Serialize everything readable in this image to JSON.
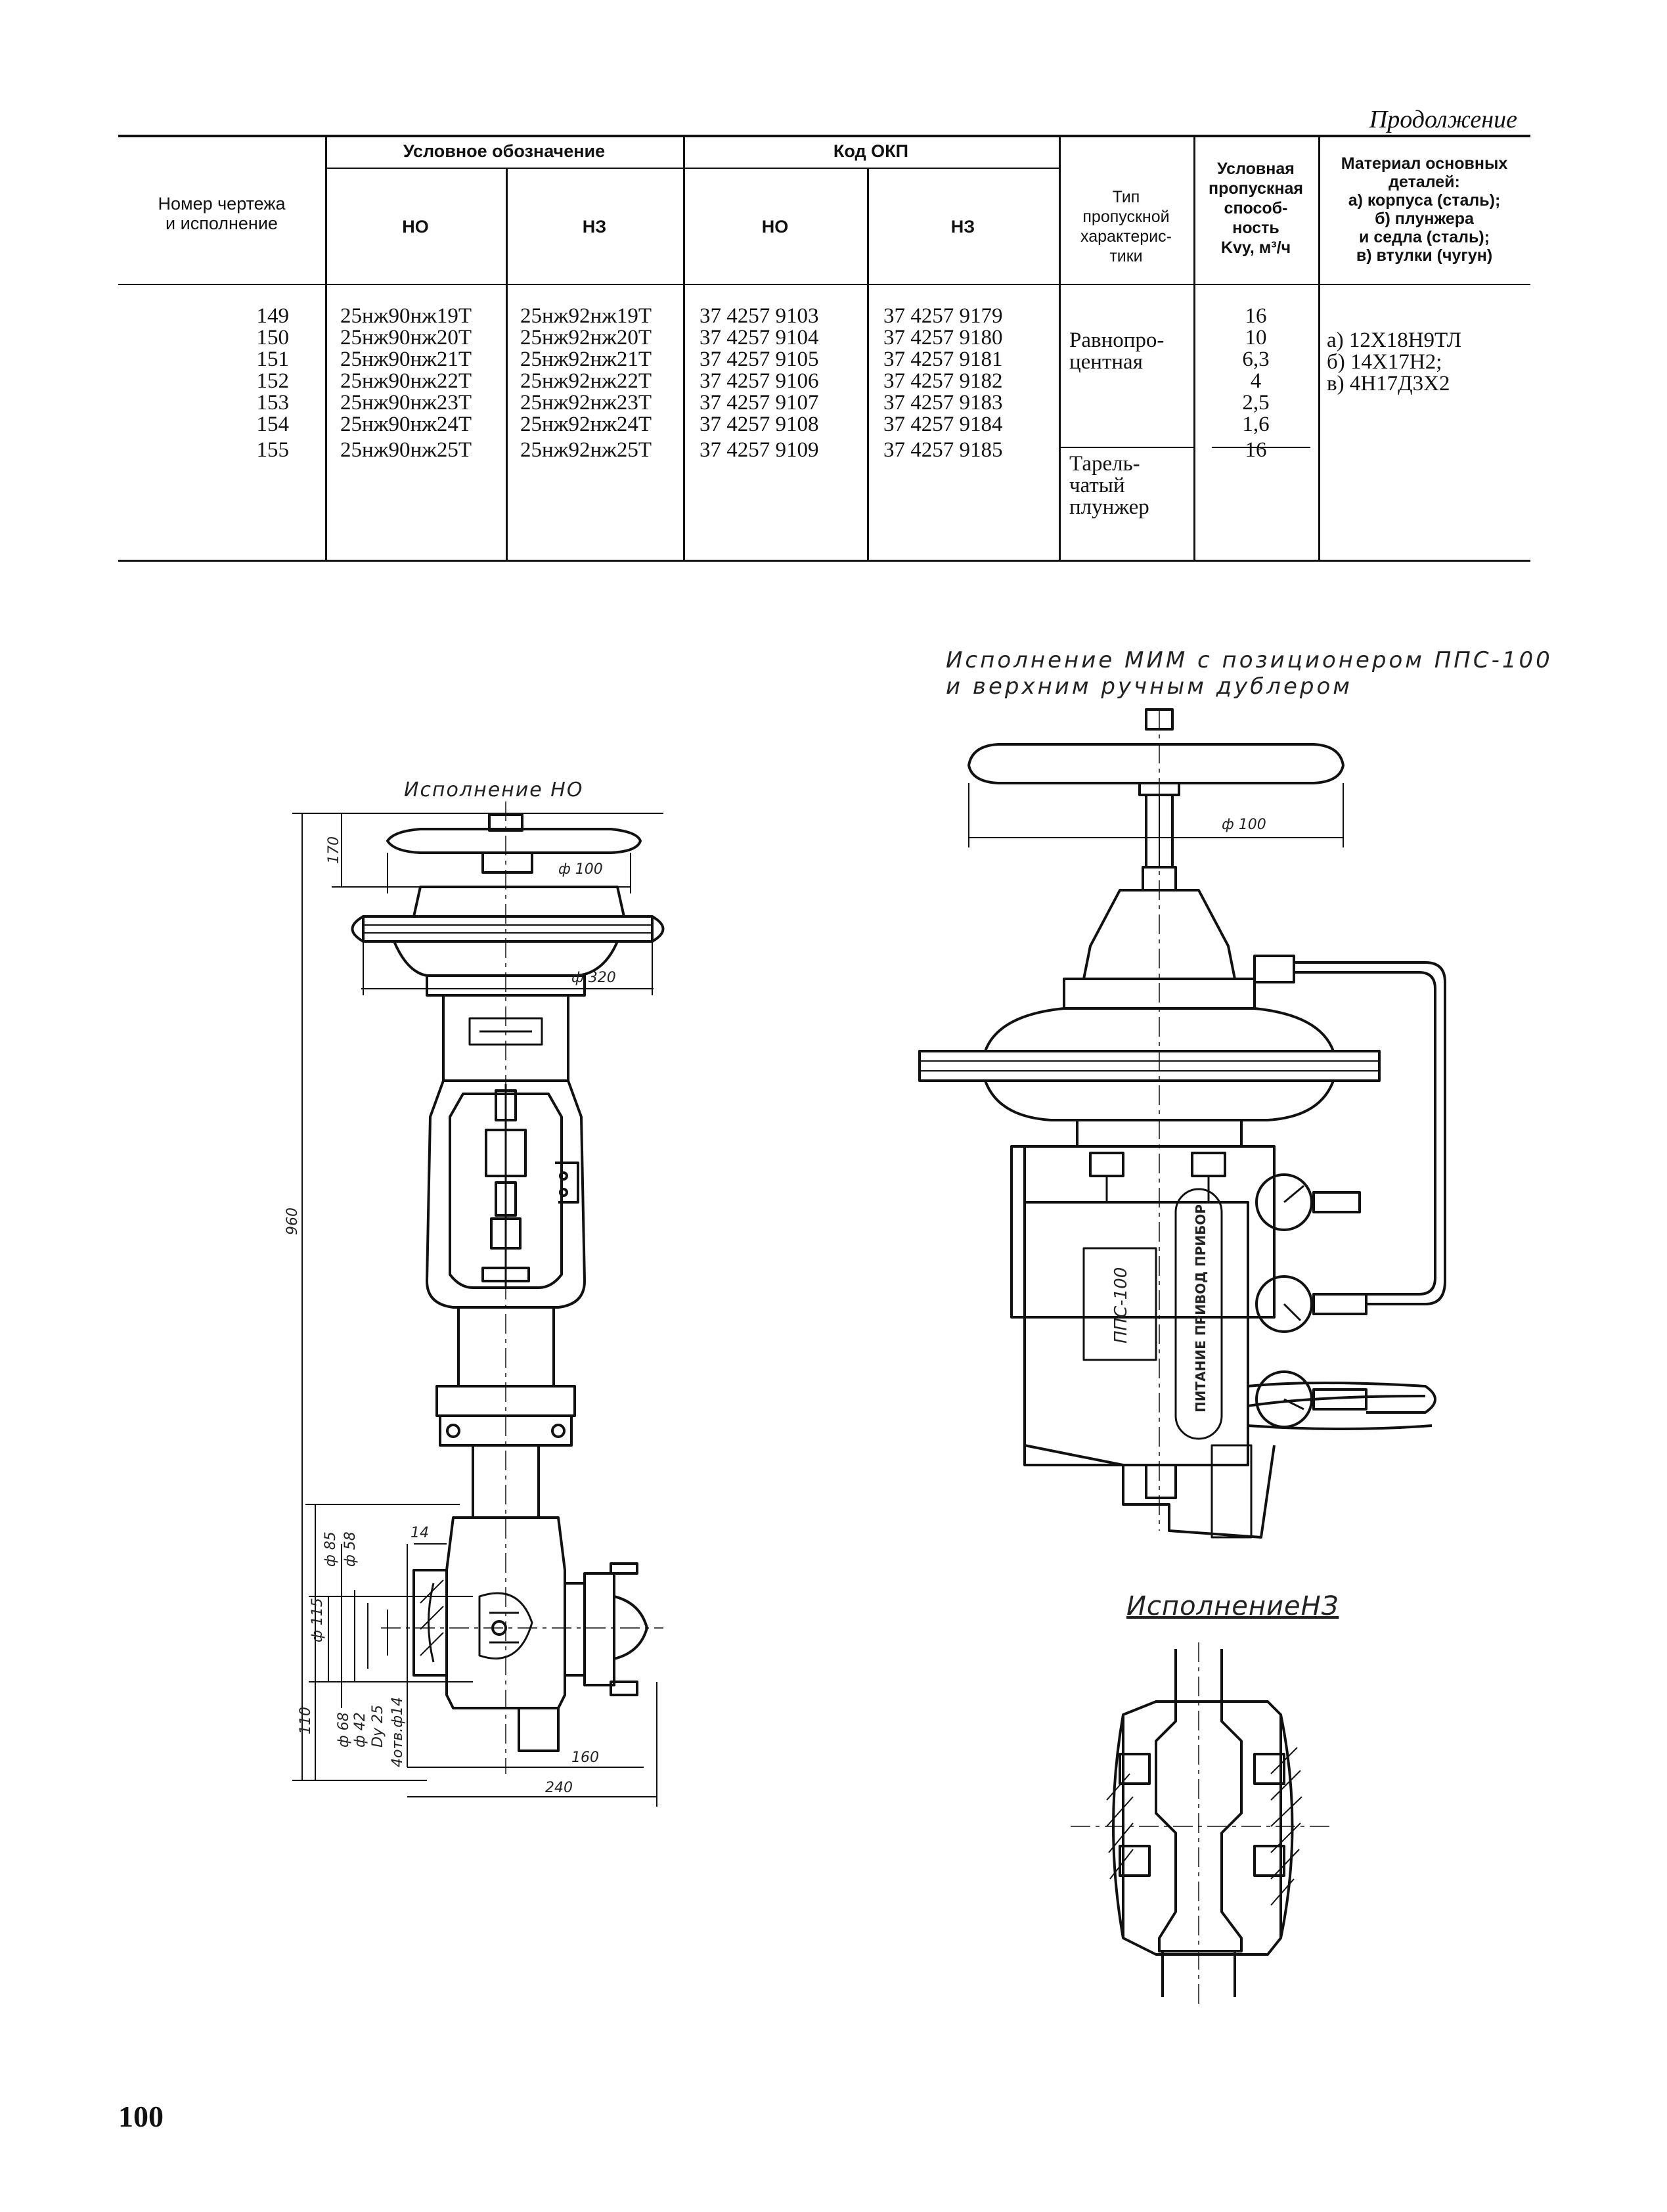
{
  "continuation": "Продолжение",
  "table": {
    "headers": {
      "drawing": "Номер чертежа\nи исполнение",
      "designation": "Условное обозначение",
      "okp": "Код ОКП",
      "no": "НО",
      "nz": "НЗ",
      "type": "Тип\nпропускной\nхарактерис-\nтики",
      "capacity": "Условная\nпропускная\nспособ-\nность\nKvy, м³/ч",
      "material": "Материал основных\nдеталей:\nа) корпуса (сталь);\nб) плунжера\nи седла (сталь);\nв) втулки (чугун)"
    },
    "rows": [
      {
        "num": "149",
        "des_no": "25нж90нж19Т",
        "des_nz": "25нж92нж19Т",
        "okp_no": "37 4257 9103",
        "okp_nz": "37 4257 9179",
        "kv": "16"
      },
      {
        "num": "150",
        "des_no": "25нж90нж20Т",
        "des_nz": "25нж92нж20Т",
        "okp_no": "37 4257 9104",
        "okp_nz": "37 4257 9180",
        "kv": "10"
      },
      {
        "num": "151",
        "des_no": "25нж90нж21Т",
        "des_nz": "25нж92нж21Т",
        "okp_no": "37 4257 9105",
        "okp_nz": "37 4257 9181",
        "kv": "6,3"
      },
      {
        "num": "152",
        "des_no": "25нж90нж22Т",
        "des_nz": "25нж92нж22Т",
        "okp_no": "37 4257 9106",
        "okp_nz": "37 4257 9182",
        "kv": "4"
      },
      {
        "num": "153",
        "des_no": "25нж90нж23Т",
        "des_nz": "25нж92нж23Т",
        "okp_no": "37 4257 9107",
        "okp_nz": "37 4257 9183",
        "kv": "2,5"
      },
      {
        "num": "154",
        "des_no": "25нж90нж24Т",
        "des_nz": "25нж92нж24Т",
        "okp_no": "37 4257 9108",
        "okp_nz": "37 4257 9184",
        "kv": "1,6"
      },
      {
        "num": "155",
        "des_no": "25нж90нж25Т",
        "des_nz": "25нж92нж25Т",
        "okp_no": "37 4257 9109",
        "okp_nz": "37 4257 9185",
        "kv": "16"
      }
    ],
    "type_1": "Равнопро-\nцентная",
    "type_2": "Тарель-\nчатый\nплунжер",
    "materials": "а)  12Х18Н9ТЛ\nб)  14Х17Н2;\nв)  4Н17Д3Х2"
  },
  "drawings": {
    "caption_mim": "Исполнение  МИМ   с позиционером ППС-100\n и верхним  ручным  дублером",
    "caption_no": "Исполнение НО",
    "caption_nz": "ИсполнениеНЗ",
    "positioner_label": "ППС-100",
    "positioner_text": "ПИТАНИЕ ПРИВОД ПРИБОР",
    "dims": {
      "d100a": "ф 100",
      "d100b": "ф 100",
      "d320": "ф 320",
      "h170": "170",
      "h960": "960",
      "h110": "110",
      "d85": "ф 85",
      "d58": "ф 58",
      "w14": "14",
      "d115": "ф 115",
      "d68": "ф 68",
      "d42": "ф 42",
      "dy25": "Dy 25",
      "holes": "4отв.ф14",
      "w160": "160",
      "w240": "240"
    }
  },
  "page_number": "100"
}
